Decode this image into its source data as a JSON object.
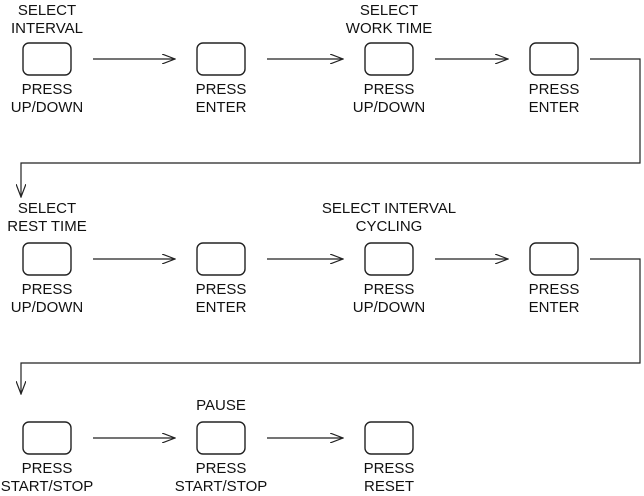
{
  "rows": [
    {
      "steps": [
        {
          "above": [
            "SELECT",
            "INTERVAL"
          ],
          "below": [
            "PRESS",
            "UP/DOWN"
          ]
        },
        {
          "above": [],
          "below": [
            "PRESS",
            "ENTER"
          ]
        },
        {
          "above": [
            "SELECT",
            "WORK TIME"
          ],
          "below": [
            "PRESS",
            "UP/DOWN"
          ]
        },
        {
          "above": [],
          "below": [
            "PRESS",
            "ENTER"
          ]
        }
      ]
    },
    {
      "steps": [
        {
          "above": [
            "SELECT",
            "REST TIME"
          ],
          "below": [
            "PRESS",
            "UP/DOWN"
          ]
        },
        {
          "above": [],
          "below": [
            "PRESS",
            "ENTER"
          ]
        },
        {
          "above": [
            "SELECT INTERVAL",
            "CYCLING"
          ],
          "below": [
            "PRESS",
            "UP/DOWN"
          ]
        },
        {
          "above": [],
          "below": [
            "PRESS",
            "ENTER"
          ]
        }
      ]
    },
    {
      "steps": [
        {
          "above": [],
          "below": [
            "PRESS",
            "START/STOP"
          ]
        },
        {
          "above": [
            "PAUSE"
          ],
          "below": [
            "PRESS",
            "START/STOP"
          ]
        },
        {
          "above": [],
          "below": [
            "PRESS",
            "RESET"
          ]
        }
      ]
    }
  ]
}
